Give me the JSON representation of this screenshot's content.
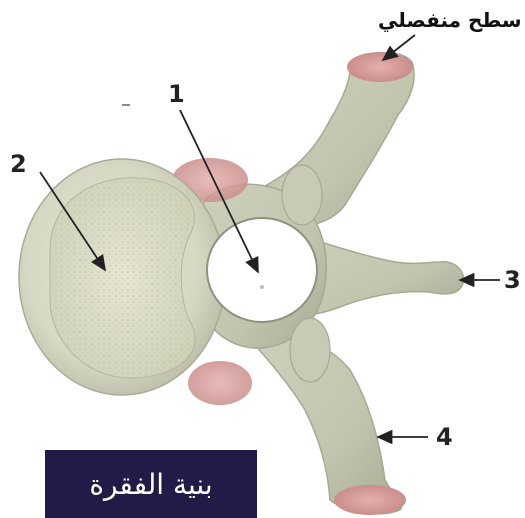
{
  "labels": {
    "canal": "1",
    "body": "2",
    "spinous": "3",
    "transverse": "4"
  },
  "articular_surface": "سطح منفصلي",
  "caption": "بنية الفقرة",
  "colors": {
    "bone": "#d7d9c4",
    "bone_shadow": "#a9ab96",
    "articular": "#d79a98",
    "caption_bg": "#221a47",
    "arrow": "#333333"
  }
}
